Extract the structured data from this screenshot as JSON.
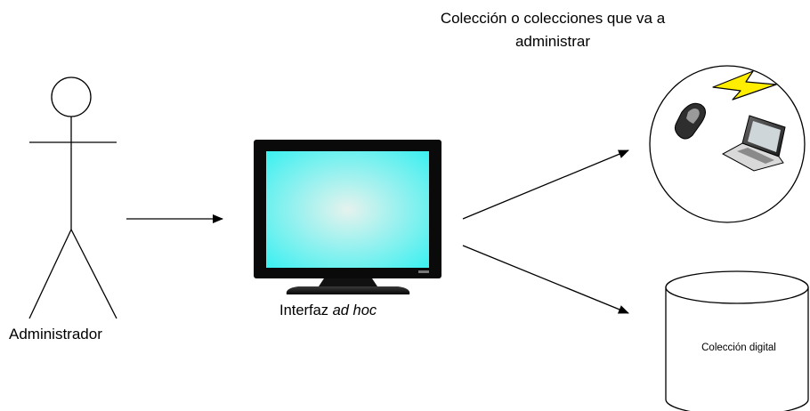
{
  "actor": {
    "label": "Administrador"
  },
  "interface": {
    "label_prefix": "Interfaz ",
    "label_emphasis": "ad hoc"
  },
  "collections": {
    "label": "Colección o colecciones que va a administrar"
  },
  "database": {
    "label": "Colección digital"
  },
  "colors": {
    "screen_center": "#e6f2ee",
    "screen_edge": "#2ff0f0",
    "monitor_body": "#0a0a0a",
    "lightning_fill": "#ffee00",
    "stroke": "#000000"
  }
}
